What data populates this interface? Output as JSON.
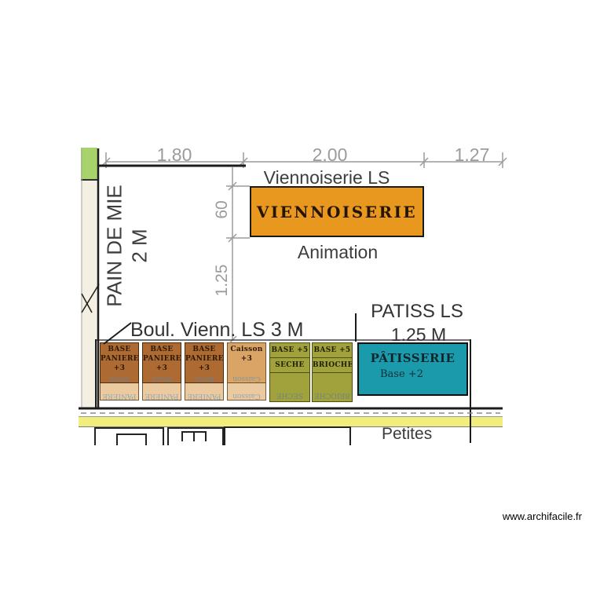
{
  "dims": {
    "d1": "1.80",
    "d2": "2.00",
    "d3": "1.27",
    "v1": "60",
    "v2": "1.25"
  },
  "labels": {
    "viennoiserie_ls": "Viennoiserie LS",
    "viennoiserie": "VIENNOISERIE",
    "animation": "Animation",
    "pain_de_mie": "PAIN DE MIE",
    "pain_size": "2 M",
    "boul": "Boul. Vienn. LS 3 M",
    "patiss": "PATISS LS",
    "patiss_size": "1.25 M",
    "petites": "Petites"
  },
  "shelves": [
    {
      "line1": "BASE",
      "line2": "PANIERE",
      "line3": "+3"
    },
    {
      "line1": "BASE",
      "line2": "PANIERE",
      "line3": "+3"
    },
    {
      "line1": "BASE",
      "line2": "PANIERE",
      "line3": "+3"
    },
    {
      "line1": "Caisson",
      "line2": "+3"
    },
    {
      "line1": "BASE +5",
      "line2": "SECHE"
    },
    {
      "line1": "BASE +5",
      "line2": "BRIOCHE"
    }
  ],
  "patisserie": {
    "title": "PÂTISSERIE",
    "subtitle": "Base +2"
  },
  "watermark": "www.archifacile.fr",
  "colors": {
    "orange": "#E8981F",
    "brown": "#AE6A33",
    "tan": "#D9A466",
    "shelf_light": "#ECCA9F",
    "olive": "#A2A23C",
    "teal": "#1B9AAB",
    "green": "#A8D36A",
    "yellow": "#F2EE7E",
    "dim_gray": "#9B9B9B",
    "text_dark": "#3D3D3D"
  }
}
